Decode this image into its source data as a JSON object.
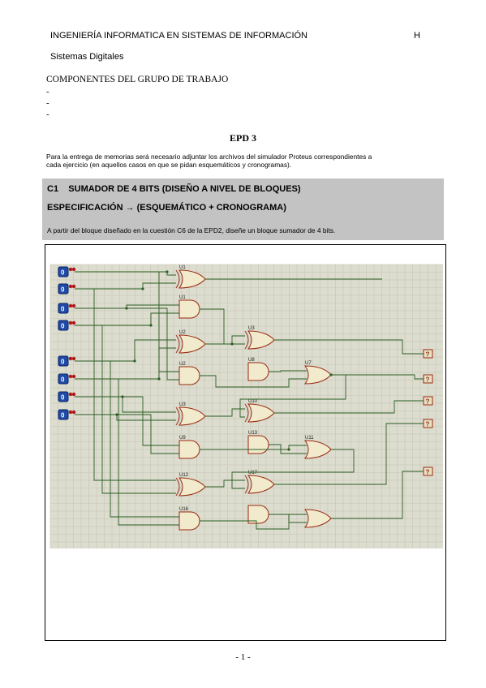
{
  "header": {
    "institution": "INGENIERÍA INFORMATICA EN SISTEMAS DE INFORMACIÓN",
    "letter": "H",
    "subject": "Sistemas Digitales"
  },
  "group": {
    "title": "COMPONENTES DEL GRUPO DE TRABAJO",
    "members": [
      "-",
      "-",
      "-"
    ]
  },
  "doc_title": "EPD 3",
  "intro_lines": [
    "Para la entrega de memorias será necesario adjuntar los archivos del simulador Proteus correspondientes a",
    "cada ejercicio (en aquellos casos en que se pidan esquemáticos y cronogramas)."
  ],
  "exercise": {
    "number": "C1",
    "title": "SUMADOR DE 4 BITS (DISEÑO A NIVEL DE BLOQUES)",
    "spec": "ESPECIFICACIÓN → (ESQUEMÁTICO + CRONOGRAMA)",
    "statement": "A partir del bloque diseñado en la cuestión C6 de la EPD2, diseñe un bloque sumador de 4 bits."
  },
  "schematic": {
    "input_label": "0",
    "output_label": "?",
    "gate_labels": [
      "U1",
      "U1",
      "U2",
      "U2",
      "U3",
      "U8",
      "U7",
      "U3",
      "U9",
      "U10",
      "U13",
      "U11",
      "U12",
      "U16",
      "U17"
    ]
  },
  "footer": {
    "page": "- 1 -"
  }
}
